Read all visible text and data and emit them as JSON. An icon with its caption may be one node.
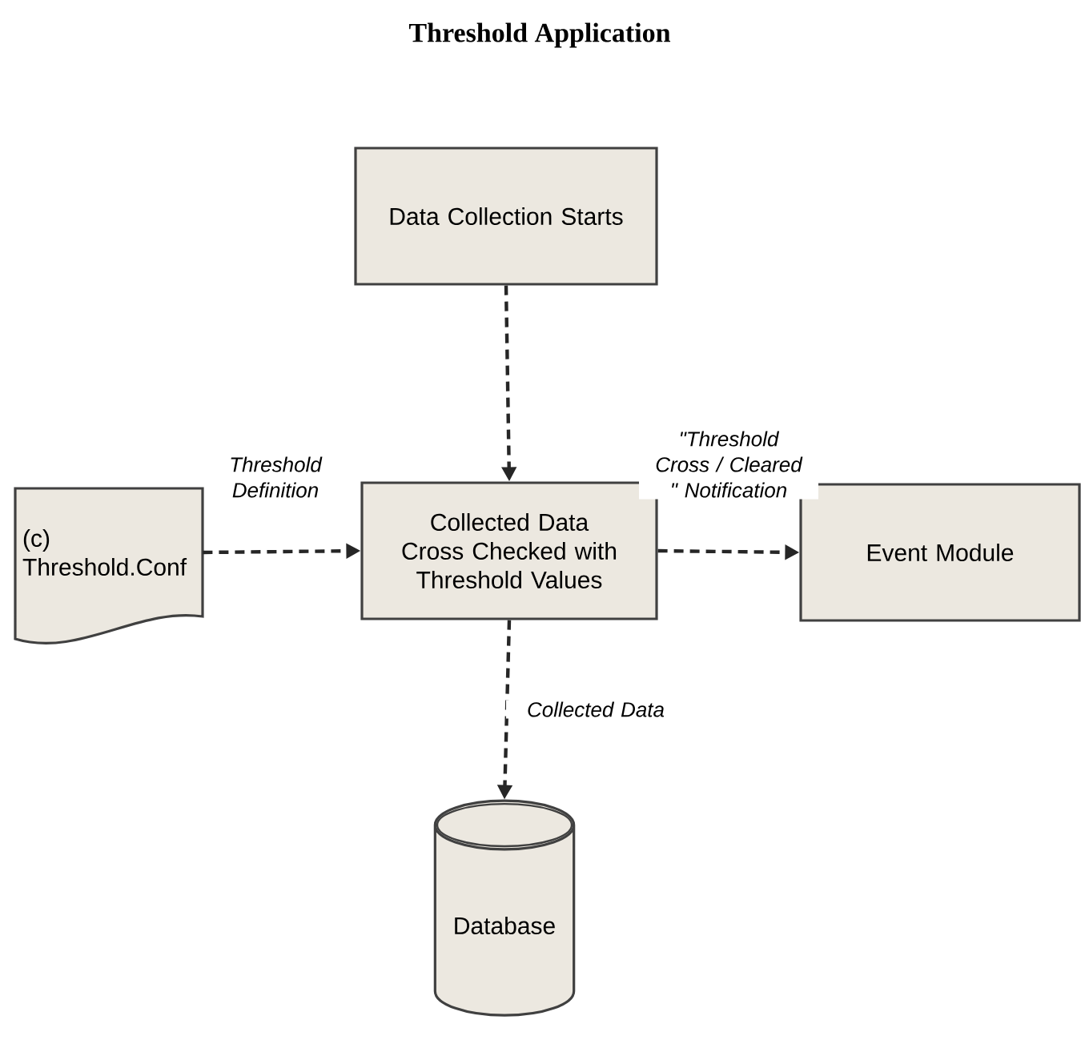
{
  "diagram": {
    "title": "Threshold Application",
    "nodes": [
      {
        "text": [
          "Data Collection Starts"
        ]
      },
      {
        "text": [
          "(c) Threshold.Conf"
        ]
      },
      {
        "text": [
          "Collected Data Cross Checked with Threshold Values"
        ]
      },
      {
        "text": [
          "Event Module"
        ]
      },
      {
        "text": [
          "Database"
        ]
      }
    ],
    "edges": [
      {
        "from": 0,
        "to": 2,
        "arrow": "to",
        "style": "dashed"
      },
      {
        "from": 1,
        "to": 2,
        "arrow": "to",
        "style": "dashed",
        "label": "Threshold Definition"
      },
      {
        "from": 2,
        "to": 3,
        "arrow": "to",
        "style": "dashed",
        "label": "\"Threshold Cross / Cleared \" Notification"
      },
      {
        "from": 2,
        "to": 4,
        "arrow": "to",
        "style": "dashed",
        "label": "Collected Data"
      }
    ]
  }
}
